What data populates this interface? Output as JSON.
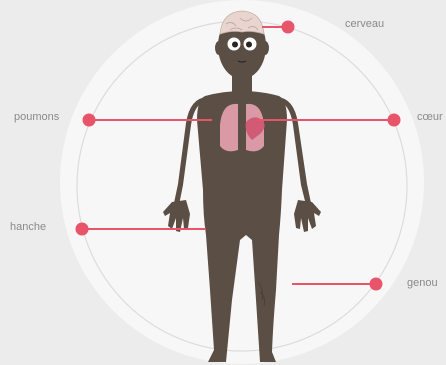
{
  "colors": {
    "background": "#ececec",
    "circle_fill": "#f7f7f7",
    "circle_stroke": "#dcdcdc",
    "body": "#5a4e45",
    "pointer": "#e8546a",
    "lungs": "#d99aa6",
    "heart": "#d15a74",
    "brain": "#e8d5cf",
    "label": "#8a8a8a"
  },
  "labels": {
    "cerveau": "cerveau",
    "poumons": "poumons",
    "coeur": "cœur",
    "hanche": "hanche",
    "genou": "genou"
  }
}
